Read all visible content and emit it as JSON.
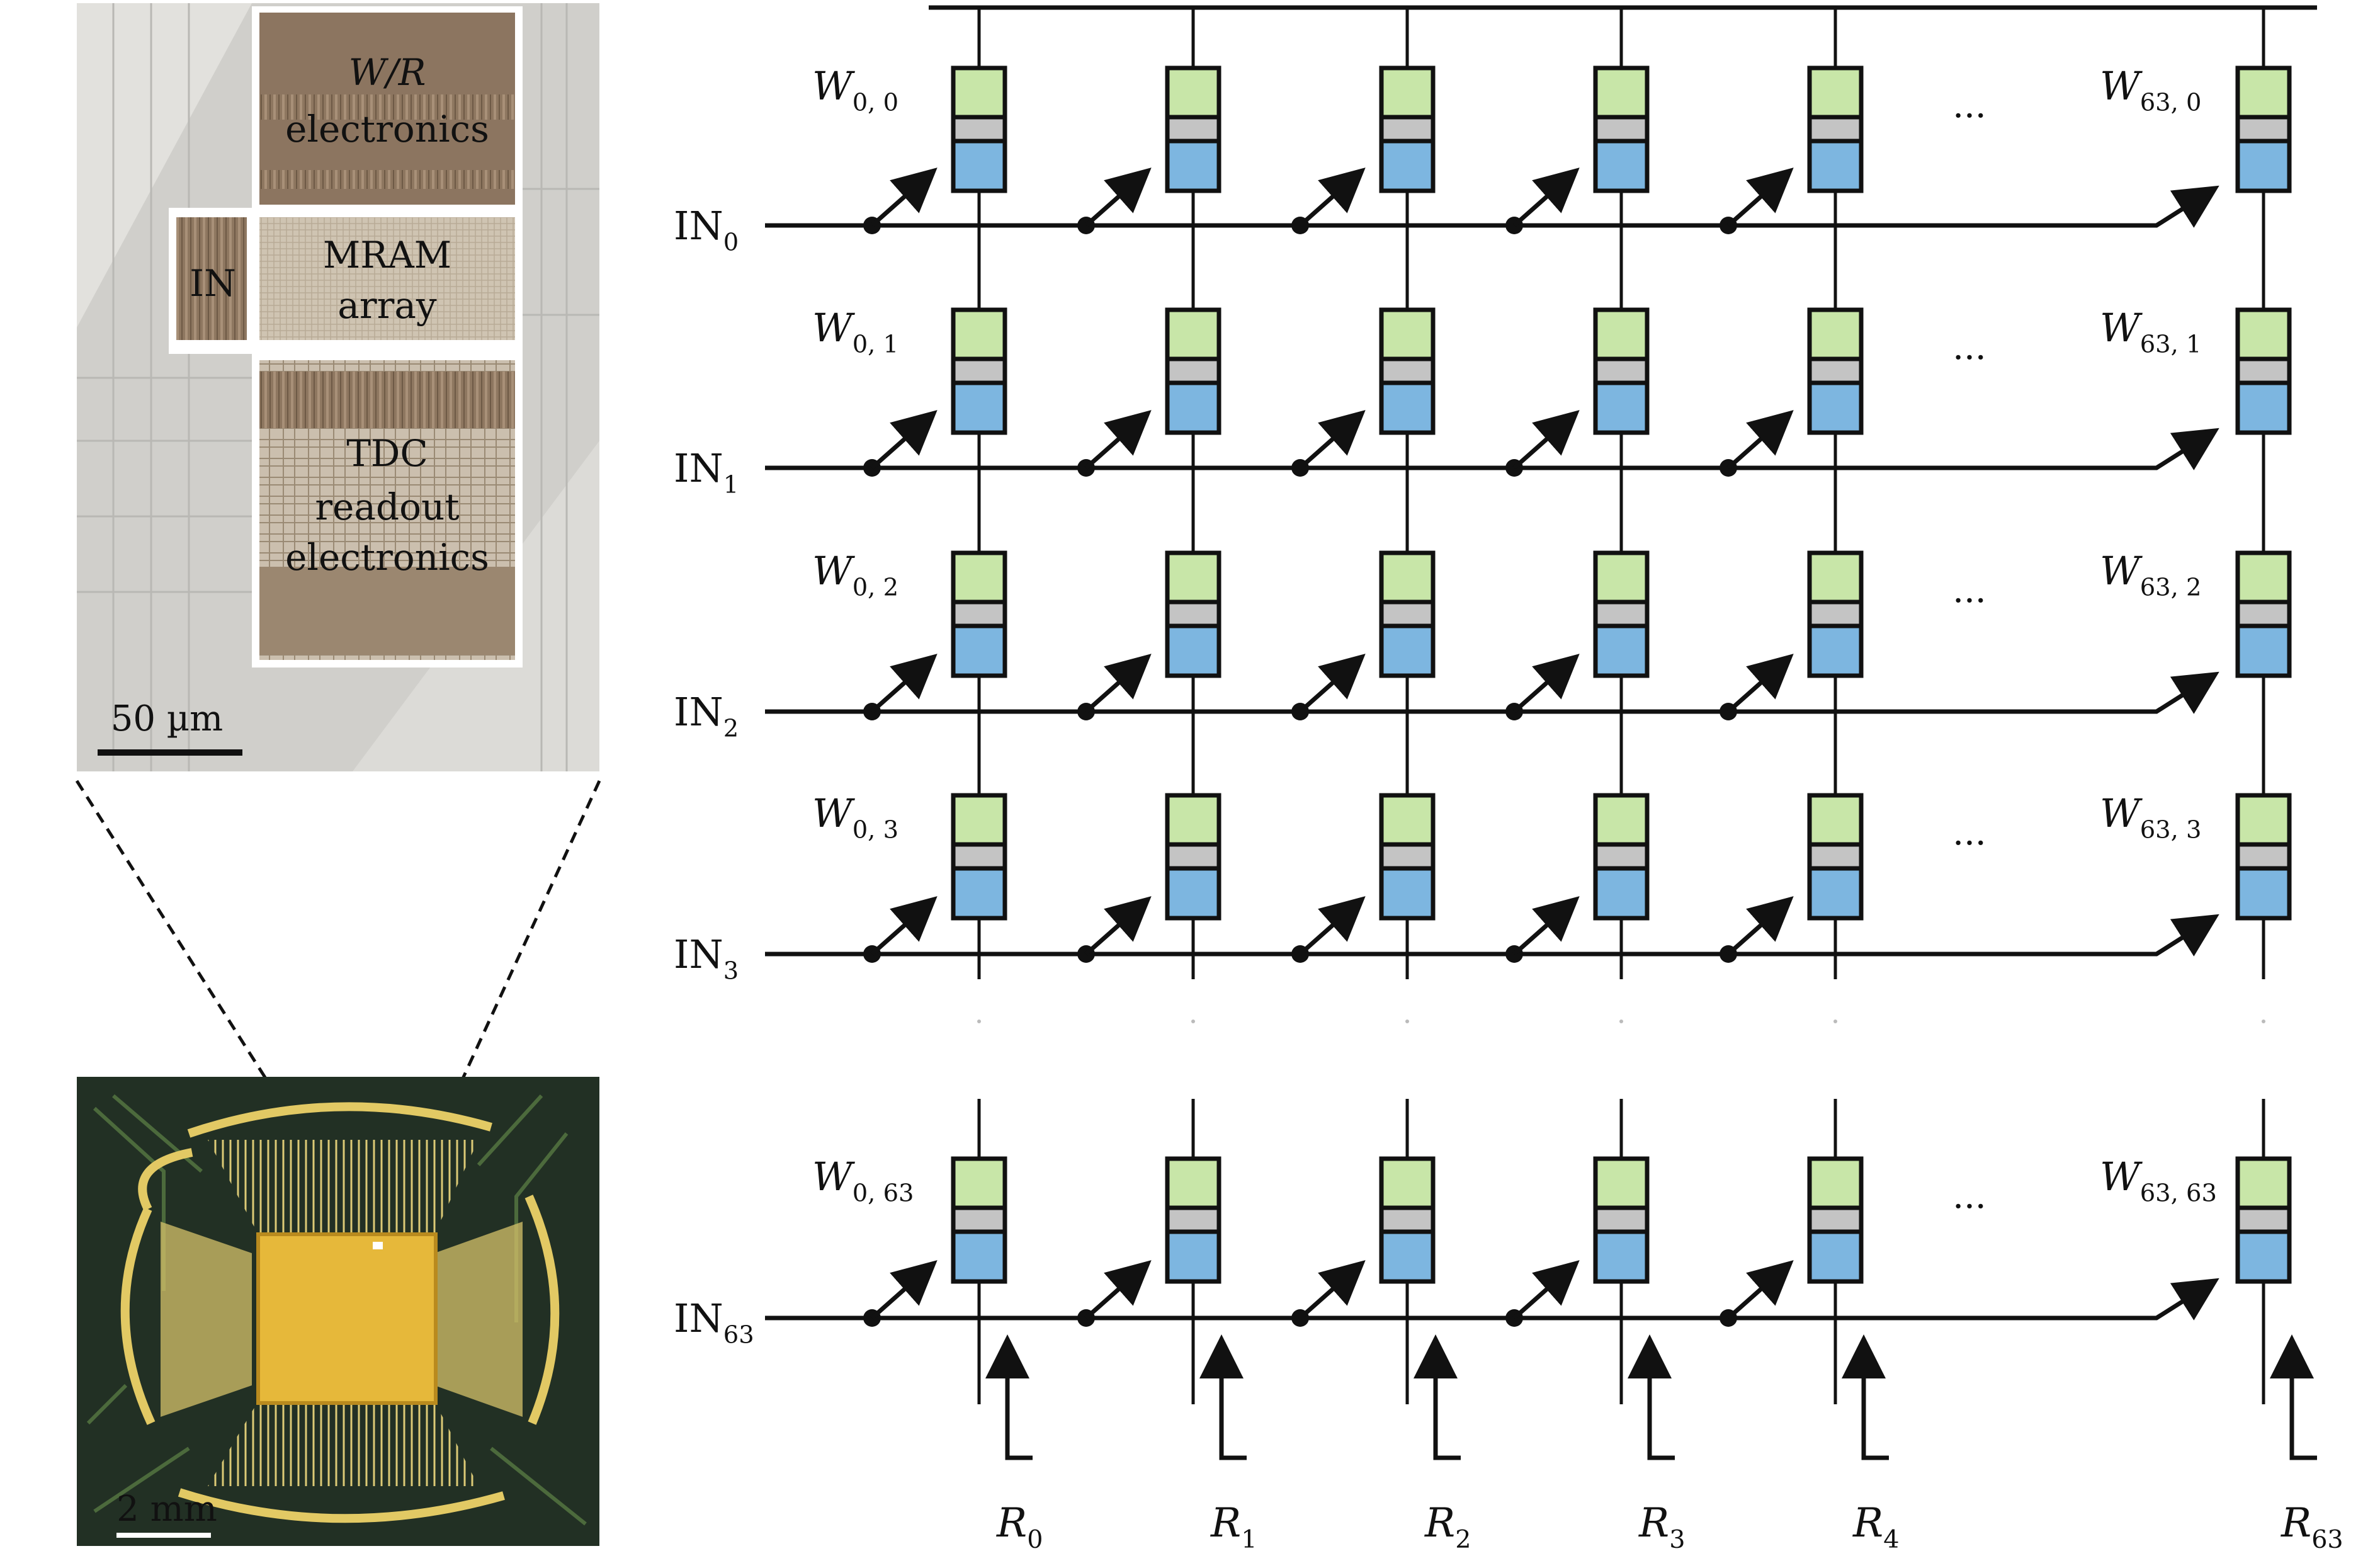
{
  "die_photo": {
    "labels": {
      "wr_line1": "W/R",
      "wr_line2": "electronics",
      "in_label": "IN",
      "mram_line1": "MRAM",
      "mram_line2": "array",
      "tdc_line1": "TDC",
      "tdc_line2": "readout",
      "tdc_line3": "electronics"
    },
    "scale_bar": "50 µm"
  },
  "chip_photo": {
    "scale_bar": "2 mm"
  },
  "crossbar": {
    "rows": [
      {
        "input_base": "IN",
        "input_sub": "0",
        "left_weight_base": "W",
        "left_weight_sub": "0, 0",
        "right_weight_base": "W",
        "right_weight_sub": "63, 0"
      },
      {
        "input_base": "IN",
        "input_sub": "1",
        "left_weight_base": "W",
        "left_weight_sub": "0, 1",
        "right_weight_base": "W",
        "right_weight_sub": "63, 1"
      },
      {
        "input_base": "IN",
        "input_sub": "2",
        "left_weight_base": "W",
        "left_weight_sub": "0, 2",
        "right_weight_base": "W",
        "right_weight_sub": "63, 2"
      },
      {
        "input_base": "IN",
        "input_sub": "3",
        "left_weight_base": "W",
        "left_weight_sub": "0, 3",
        "right_weight_base": "W",
        "right_weight_sub": "63, 3"
      },
      {
        "input_base": "IN",
        "input_sub": "63",
        "left_weight_base": "W",
        "left_weight_sub": "0, 63",
        "right_weight_base": "W",
        "right_weight_sub": "63, 63"
      }
    ],
    "ellipsis": "···",
    "readouts": [
      {
        "base": "R",
        "sub": "0"
      },
      {
        "base": "R",
        "sub": "1"
      },
      {
        "base": "R",
        "sub": "2"
      },
      {
        "base": "R",
        "sub": "3"
      },
      {
        "base": "R",
        "sub": "4"
      },
      {
        "base": "R",
        "sub": "63"
      }
    ],
    "colors": {
      "free_layer": "#c8e6a8",
      "barrier": "#c4c4c4",
      "fixed_layer": "#7db6e0",
      "wire": "#111111"
    }
  }
}
